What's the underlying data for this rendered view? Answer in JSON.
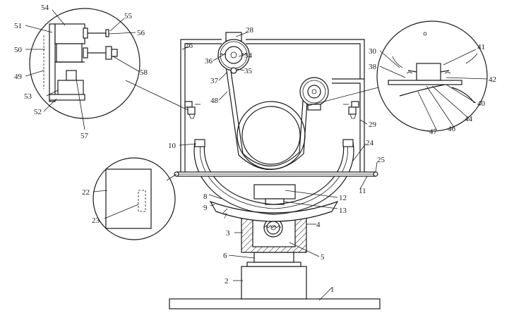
{
  "labels": {
    "l1": "1",
    "l2": "2",
    "l3": "3",
    "l4": "4",
    "l5": "5",
    "l6": "6",
    "l7": "7",
    "l8": "8",
    "l9": "9",
    "l10": "10",
    "l11": "11",
    "l12": "12",
    "l13": "13",
    "l22": "22",
    "l23": "23",
    "l24": "24",
    "l25": "25",
    "l26": "26",
    "l28": "28",
    "l29": "29",
    "l30": "30",
    "l34": "34",
    "l35": "35",
    "l36": "36",
    "l37": "37",
    "l38": "38",
    "l40": "40",
    "l41": "41",
    "l42": "42",
    "l44": "44",
    "l46": "46",
    "l47": "47",
    "l48": "48",
    "l49": "49",
    "l50": "50",
    "l51": "51",
    "l52": "52",
    "l53": "53",
    "l54": "54",
    "l55": "55",
    "l56": "56",
    "l57": "57",
    "l58": "58"
  }
}
